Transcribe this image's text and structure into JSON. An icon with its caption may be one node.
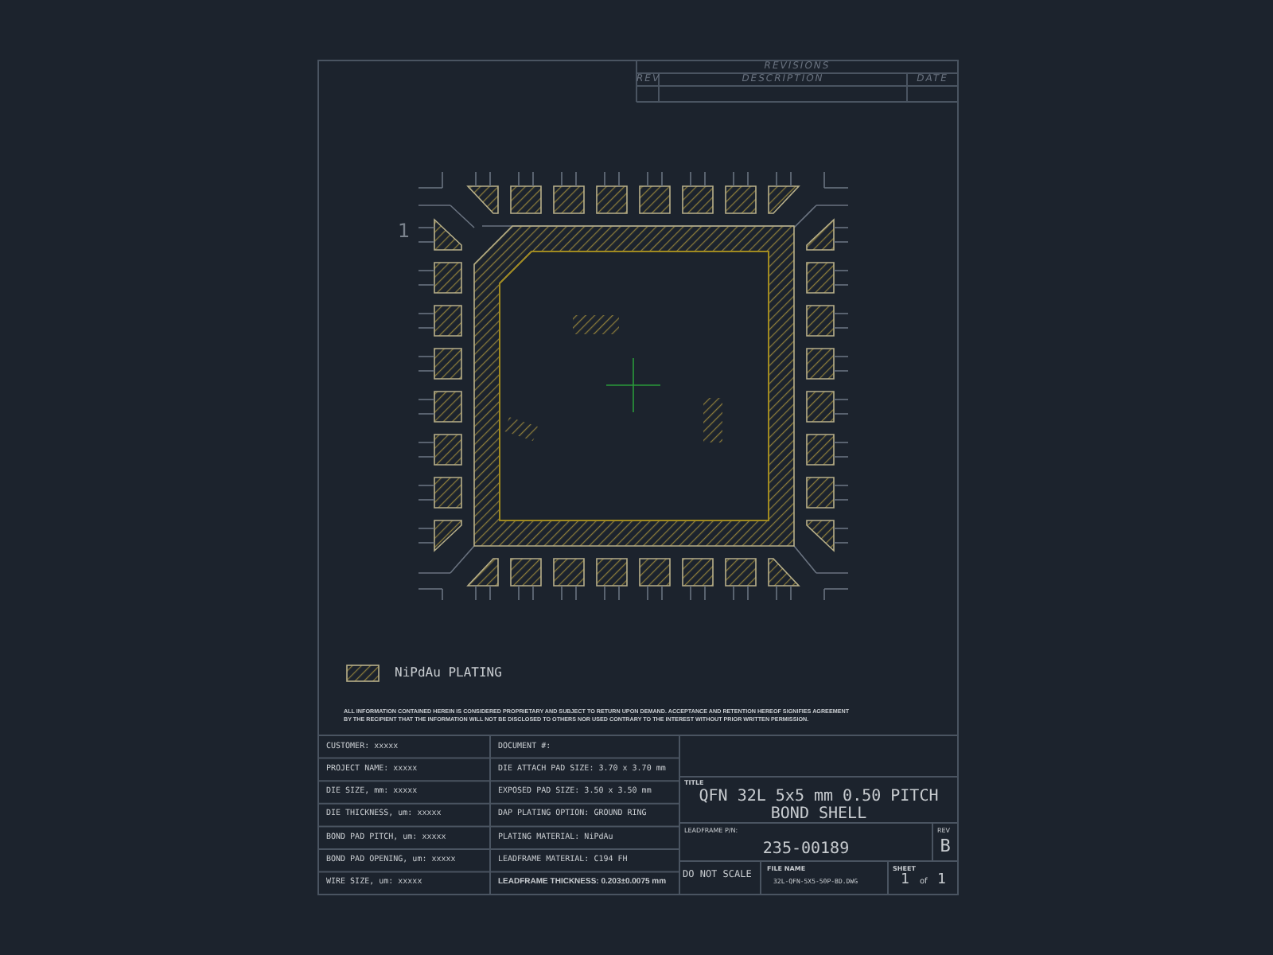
{
  "diagram": {
    "labels": [
      "REVISIONS",
      "REV",
      "DESCRIPTION",
      "DATE",
      "1",
      "ALL INFORMATION CONTAINED HEREIN IS CONSIDERED PROPRIETARY AND SUBJECT TO RETURN UPON DEMAND. ACCEPTANCE AND RETENTION HEREOF SIGNIFIES AGREEMENT BY THE RECIPIENT THAT THE INFORMATION WILL NOT BE DISCLOSED TO OTHERS NOR USED CONTRARY TO THE INTEREST WITHOUT PRIOR WRITTEN PERMISSION.",
      "CUSTOMER:  xxxxx",
      "DOCUMENT #:",
      "PROJECT NAME: xxxxx",
      "DIE ATTACH PAD SIZE:  3.70 x 3.70 mm",
      "DIE SIZE, mm: xxxxx",
      "EXPOSED PAD SIZE:  3.50 x 3.50 mm",
      "DIE THICKNESS, um: xxxxx",
      "DAP PLATING OPTION:  GROUND RING",
      "BOND PAD PITCH, um: xxxxx",
      "PLATING MATERIAL:  NiPdAu",
      "BOND PAD OPENING, um:  xxxxx",
      "LEADFRAME MATERIAL:  C194 FH",
      "WIRE SIZE, um:  xxxxx",
      "LEADFRAME THICKNESS: 0.203±0.0075 mm",
      "TITLE",
      "QFN 32L 5x5 mm 0.50 PITCH BOND SHELL",
      "LEADFRAME P/N:",
      "235-00189",
      "REV",
      "B",
      "DO NOT SCALE",
      "FILE NAME",
      "32L-QFN-5X5-50P-BD.DWG",
      "SHEET",
      "1",
      "of",
      "1"
    ],
    "legend": [
      {
        "text": "NiPdAu PLATING"
      }
    ]
  }
}
